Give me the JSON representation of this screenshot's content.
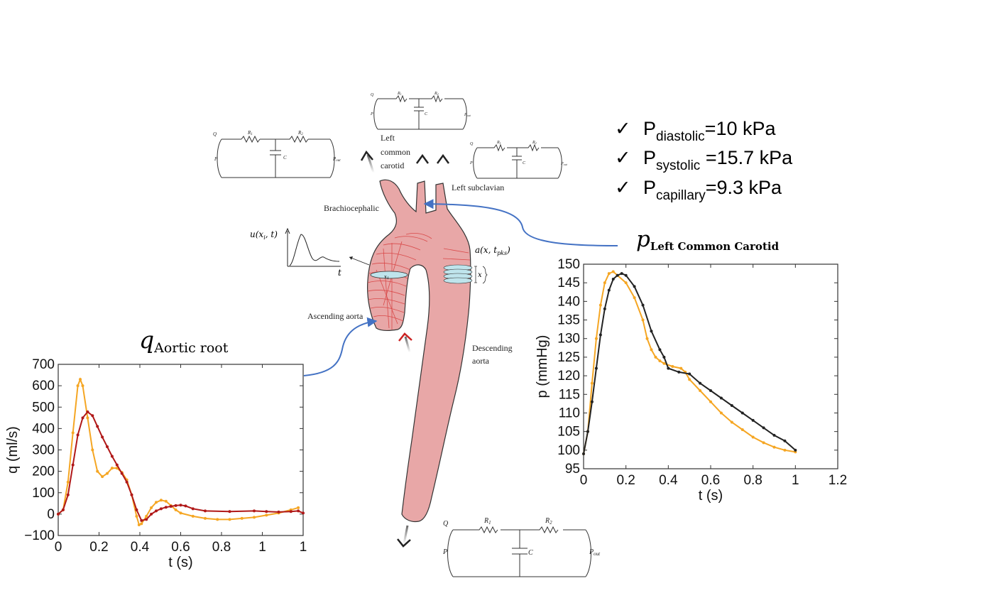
{
  "bullets": [
    {
      "check": "✓",
      "main": "P",
      "sub": "diastolic",
      "rest": "=10 kPa"
    },
    {
      "check": "✓",
      "main": "P",
      "sub": "systolic",
      "rest": " =15.7 kPa"
    },
    {
      "check": "✓",
      "main": "P",
      "sub": "capillary",
      "rest": "=9.3 kPa"
    }
  ],
  "anatomy": {
    "left_common_carotid": [
      "Left",
      "common",
      "carotid"
    ],
    "left_subclavian": "Left subclavian",
    "brachiocephalic": "Brachiocephalic",
    "ascending_aorta": "Ascending aorta",
    "descending_aorta": [
      "Descending",
      "aorta"
    ],
    "u_label": "u(x",
    "u_label_sub": "i",
    "u_label_end": ", t)",
    "t_label": "t",
    "a_label": "a(x, t",
    "a_label_sub": "pks",
    "a_label_end": ")",
    "x1_label": "x",
    "x1_sub": "1",
    "dx_label": "x"
  },
  "circuit": {
    "q": "Q",
    "p": "P",
    "r1": "R",
    "r1_sub": "1",
    "r2": "R",
    "r2_sub": "2",
    "c": "C",
    "pout": "P",
    "pout_sub": "out"
  },
  "left_chart_title": {
    "main": "q",
    "sub": "Aortic root"
  },
  "right_chart_title": {
    "main": "p",
    "sub": "Left Common Carotid"
  },
  "chart_data": [
    {
      "type": "line",
      "title": "",
      "xlabel": "t (s)",
      "ylabel": "q (ml/s)",
      "xlim": [
        0,
        1
      ],
      "ylim": [
        -100,
        700
      ],
      "xticks": [
        "0",
        "0.2",
        "0.4",
        "0.6",
        "0.8",
        "1",
        "1"
      ],
      "yticks": [
        "−100",
        "0",
        "100",
        "200",
        "300",
        "400",
        "500",
        "600",
        "700"
      ],
      "series": [
        {
          "color": "#f5a623",
          "points": [
            [
              0,
              0
            ],
            [
              0.02,
              20
            ],
            [
              0.04,
              150
            ],
            [
              0.06,
              380
            ],
            [
              0.08,
              600
            ],
            [
              0.09,
              630
            ],
            [
              0.1,
              600
            ],
            [
              0.12,
              450
            ],
            [
              0.14,
              300
            ],
            [
              0.16,
              200
            ],
            [
              0.18,
              175
            ],
            [
              0.2,
              190
            ],
            [
              0.22,
              215
            ],
            [
              0.24,
              215
            ],
            [
              0.26,
              195
            ],
            [
              0.28,
              160
            ],
            [
              0.3,
              90
            ],
            [
              0.32,
              -10
            ],
            [
              0.33,
              -50
            ],
            [
              0.34,
              -45
            ],
            [
              0.36,
              -10
            ],
            [
              0.38,
              30
            ],
            [
              0.4,
              55
            ],
            [
              0.42,
              65
            ],
            [
              0.44,
              60
            ],
            [
              0.46,
              40
            ],
            [
              0.48,
              20
            ],
            [
              0.5,
              5
            ],
            [
              0.55,
              -10
            ],
            [
              0.6,
              -20
            ],
            [
              0.65,
              -25
            ],
            [
              0.7,
              -25
            ],
            [
              0.75,
              -20
            ],
            [
              0.8,
              -15
            ],
            [
              0.85,
              -5
            ],
            [
              0.9,
              5
            ],
            [
              0.95,
              20
            ],
            [
              0.98,
              30
            ]
          ]
        },
        {
          "color": "#b01818",
          "points": [
            [
              0,
              0
            ],
            [
              0.02,
              20
            ],
            [
              0.04,
              90
            ],
            [
              0.06,
              230
            ],
            [
              0.08,
              370
            ],
            [
              0.1,
              450
            ],
            [
              0.12,
              478
            ],
            [
              0.14,
              460
            ],
            [
              0.16,
              410
            ],
            [
              0.18,
              360
            ],
            [
              0.2,
              315
            ],
            [
              0.22,
              270
            ],
            [
              0.24,
              230
            ],
            [
              0.26,
              190
            ],
            [
              0.28,
              150
            ],
            [
              0.3,
              90
            ],
            [
              0.32,
              20
            ],
            [
              0.34,
              -30
            ],
            [
              0.36,
              -25
            ],
            [
              0.38,
              0
            ],
            [
              0.4,
              15
            ],
            [
              0.42,
              25
            ],
            [
              0.44,
              32
            ],
            [
              0.46,
              36
            ],
            [
              0.48,
              40
            ],
            [
              0.5,
              42
            ],
            [
              0.52,
              38
            ],
            [
              0.55,
              25
            ],
            [
              0.6,
              15
            ],
            [
              0.7,
              12
            ],
            [
              0.8,
              15
            ],
            [
              0.85,
              12
            ],
            [
              0.9,
              10
            ],
            [
              0.95,
              12
            ],
            [
              0.98,
              15
            ],
            [
              1.0,
              5
            ]
          ]
        }
      ]
    },
    {
      "type": "line",
      "title": "",
      "xlabel": "t (s)",
      "ylabel": "p (mmHg)",
      "xlim": [
        0,
        1.2
      ],
      "ylim": [
        95,
        150
      ],
      "xticks": [
        "0",
        "0.2",
        "0.4",
        "0.6",
        "0.8",
        "1",
        "1.2"
      ],
      "yticks": [
        "95",
        "100",
        "105",
        "110",
        "115",
        "120",
        "125",
        "130",
        "135",
        "140",
        "145",
        "150"
      ],
      "series": [
        {
          "color": "#f5a623",
          "points": [
            [
              0,
              99
            ],
            [
              0.02,
              105
            ],
            [
              0.04,
              118
            ],
            [
              0.06,
              130
            ],
            [
              0.08,
              139
            ],
            [
              0.1,
              145
            ],
            [
              0.12,
              147.5
            ],
            [
              0.14,
              148
            ],
            [
              0.16,
              147
            ],
            [
              0.2,
              145
            ],
            [
              0.24,
              141
            ],
            [
              0.28,
              135
            ],
            [
              0.3,
              130
            ],
            [
              0.32,
              127
            ],
            [
              0.34,
              125
            ],
            [
              0.36,
              124
            ],
            [
              0.38,
              123.3
            ],
            [
              0.42,
              122.5
            ],
            [
              0.46,
              122
            ],
            [
              0.48,
              121
            ],
            [
              0.5,
              119
            ],
            [
              0.55,
              116
            ],
            [
              0.6,
              113
            ],
            [
              0.65,
              110
            ],
            [
              0.7,
              107.5
            ],
            [
              0.75,
              105.5
            ],
            [
              0.8,
              103.5
            ],
            [
              0.85,
              102
            ],
            [
              0.9,
              100.8
            ],
            [
              0.95,
              100
            ],
            [
              1.0,
              99.5
            ]
          ]
        },
        {
          "color": "#222222",
          "points": [
            [
              0,
              99
            ],
            [
              0.02,
              105
            ],
            [
              0.04,
              113
            ],
            [
              0.06,
              122
            ],
            [
              0.08,
              131
            ],
            [
              0.1,
              138
            ],
            [
              0.12,
              143
            ],
            [
              0.14,
              146
            ],
            [
              0.16,
              147
            ],
            [
              0.18,
              147.5
            ],
            [
              0.2,
              147
            ],
            [
              0.24,
              144
            ],
            [
              0.28,
              139
            ],
            [
              0.32,
              132
            ],
            [
              0.36,
              127
            ],
            [
              0.38,
              125
            ],
            [
              0.4,
              122
            ],
            [
              0.45,
              121
            ],
            [
              0.5,
              120.5
            ],
            [
              0.55,
              118
            ],
            [
              0.6,
              116
            ],
            [
              0.65,
              114
            ],
            [
              0.7,
              112
            ],
            [
              0.75,
              110
            ],
            [
              0.8,
              108
            ],
            [
              0.85,
              106
            ],
            [
              0.9,
              104
            ],
            [
              0.95,
              102.5
            ],
            [
              1.0,
              100
            ]
          ]
        }
      ]
    }
  ]
}
